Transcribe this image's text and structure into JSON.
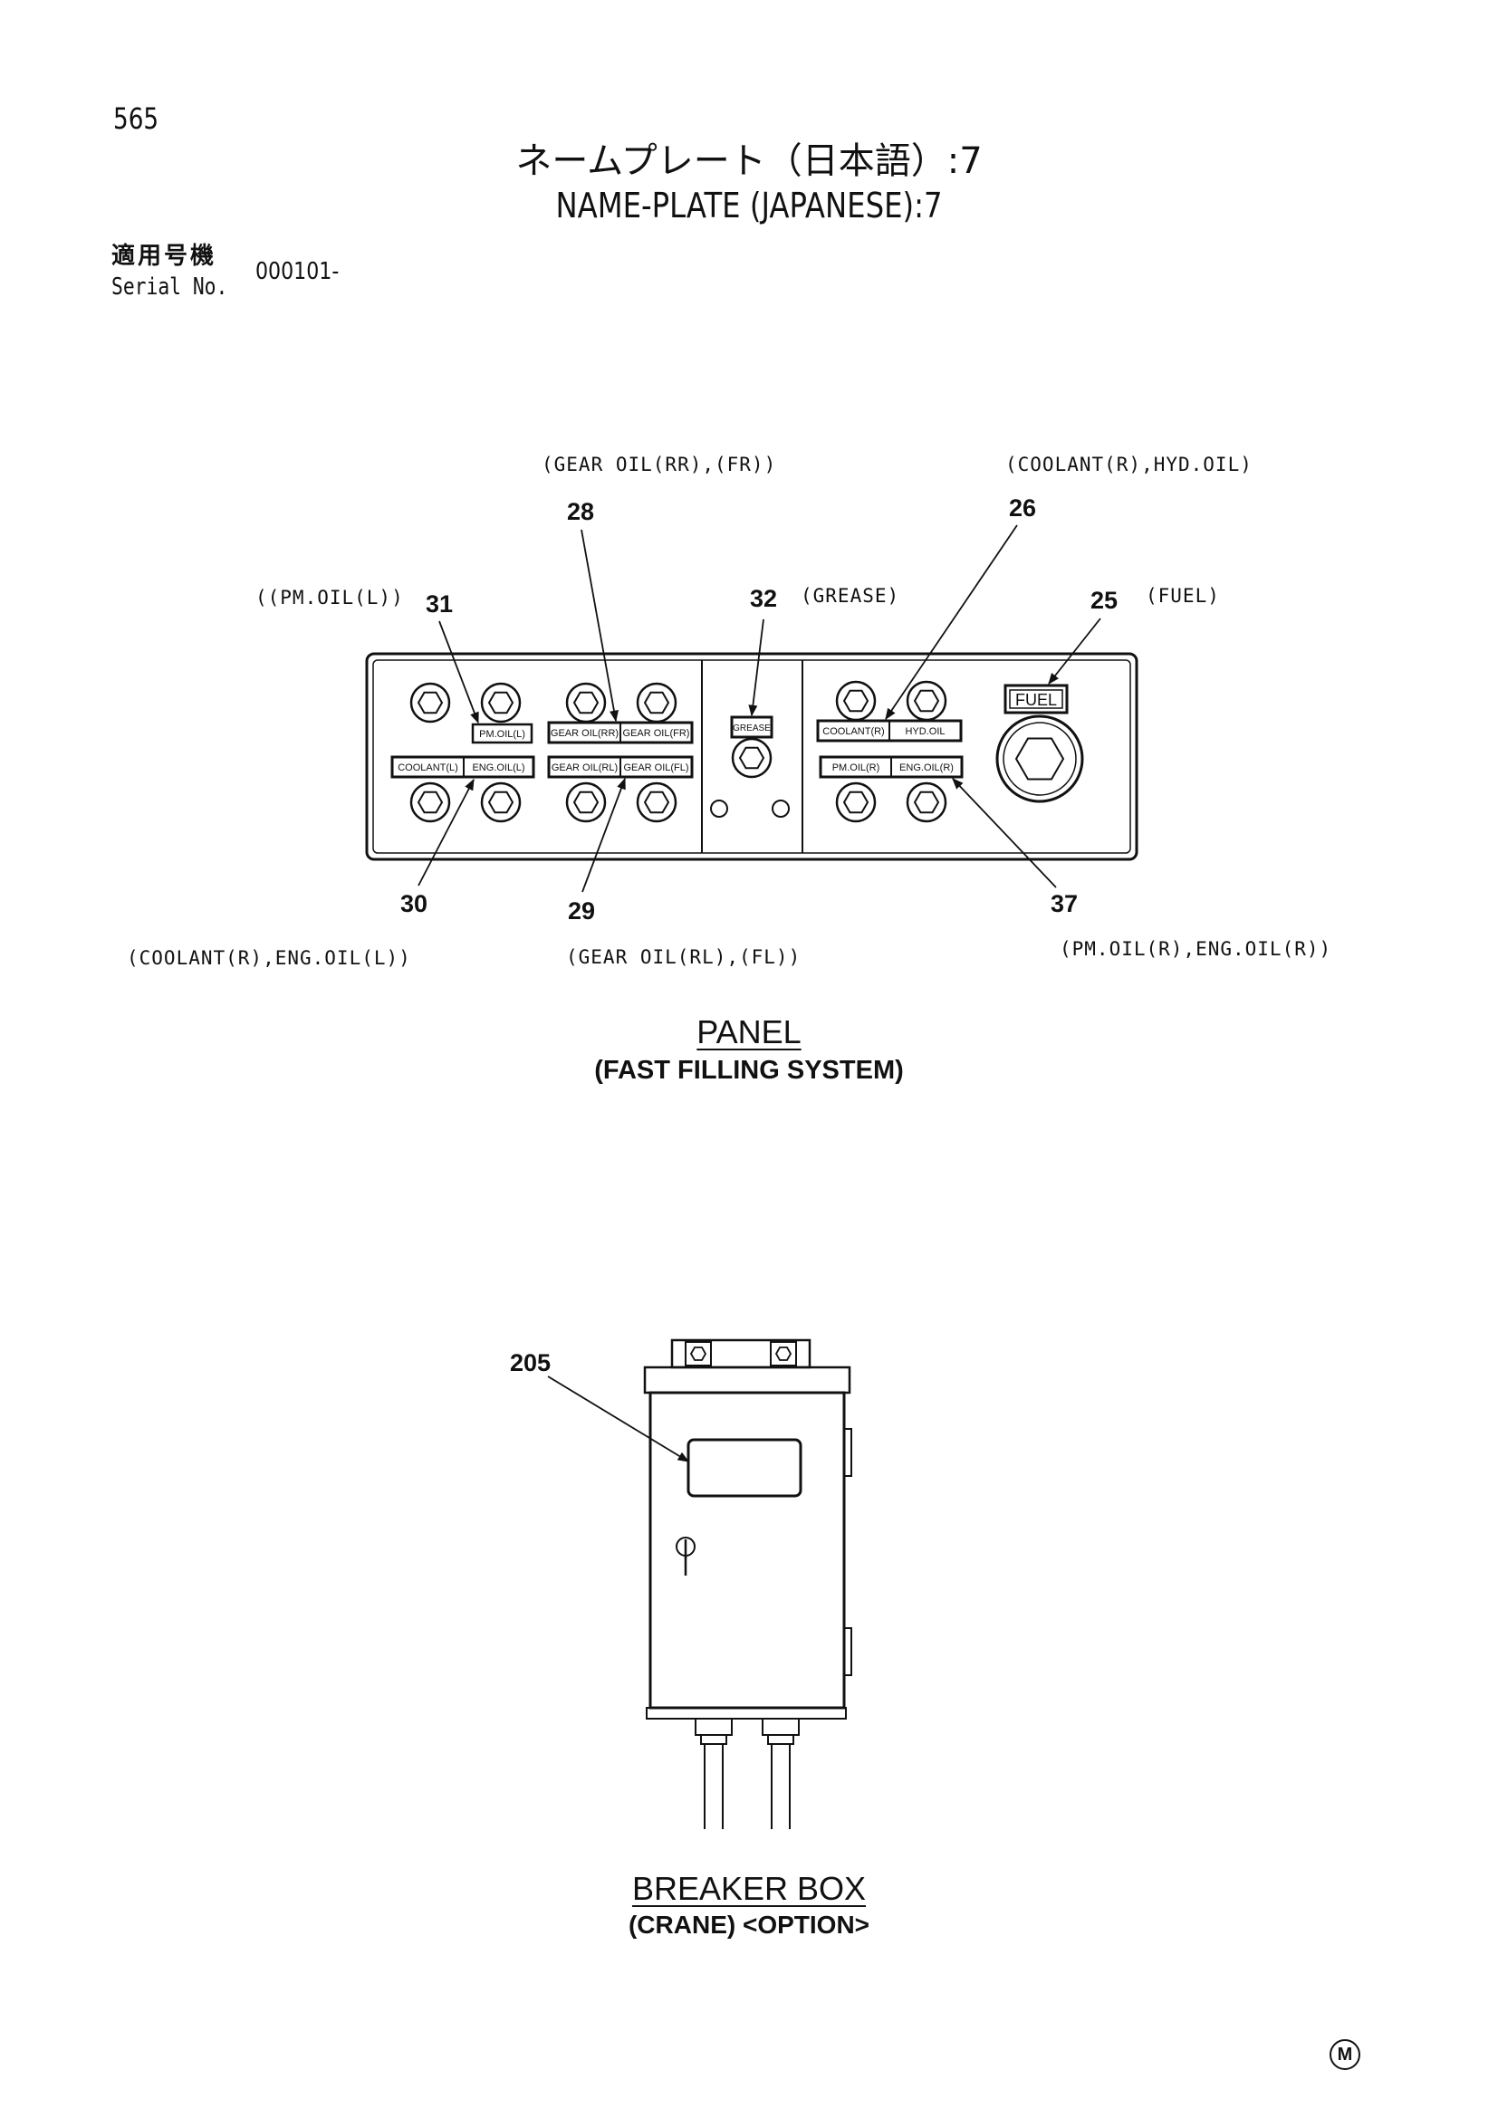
{
  "page_number": "565",
  "title_jp": "ネームプレート（日本語）:7",
  "title_en": "NAME-PLATE (JAPANESE):7",
  "serial": {
    "label_jp": "適用号機",
    "label_en": "Serial No.",
    "value": "000101-"
  },
  "panel": {
    "title": "PANEL",
    "subtitle": "(FAST FILLING SYSTEM)",
    "captions": {
      "gear_oil_rr_fr": "(GEAR OIL(RR),(FR))",
      "coolant_hyd": "(COOLANT(R),HYD.OIL)",
      "pm_oil_l": "((PM.OIL(L))",
      "grease": "(GREASE)",
      "fuel": "(FUEL)",
      "coolant_eng_l": "(COOLANT(R),ENG.OIL(L))",
      "gear_oil_rl_fl": "(GEAR OIL(RL),(FL))",
      "pm_eng_r": "(PM.OIL(R),ENG.OIL(R))"
    },
    "callouts": {
      "n28": "28",
      "n26": "26",
      "n31": "31",
      "n32": "32",
      "n25": "25",
      "n30": "30",
      "n29": "29",
      "n37": "37"
    },
    "plates": {
      "pm_oil_l": "PM.OIL(L)",
      "gear_oil_rr": "GEAR OIL(RR)",
      "gear_oil_fr": "GEAR OIL(FR)",
      "coolant_l": "COOLANT(L)",
      "eng_oil_l": "ENG.OIL(L)",
      "gear_oil_rl": "GEAR OIL(RL)",
      "gear_oil_fl": "GEAR OIL(FL)",
      "grease": "GREASE",
      "coolant_r": "COOLANT(R)",
      "hyd_oil": "HYD.OIL",
      "pm_oil_r": "PM.OIL(R)",
      "eng_oil_r": "ENG.OIL(R)",
      "fuel": "FUEL"
    }
  },
  "breaker_box": {
    "title": "BREAKER BOX",
    "subtitle": "(CRANE) <OPTION>",
    "callout": "205"
  },
  "footer_mark": "M"
}
